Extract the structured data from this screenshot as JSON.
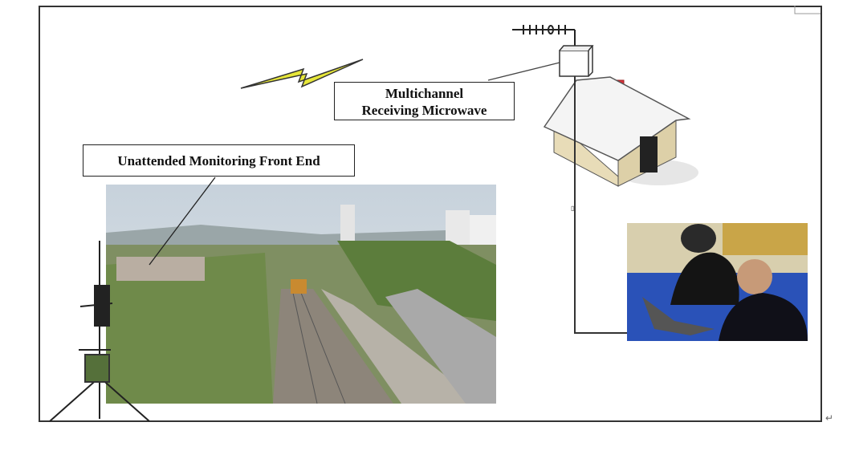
{
  "labels": {
    "receiving_microwave": [
      "Multichannel",
      "Receiving Microwave"
    ],
    "front_end": "Unattended Monitoring Front End"
  },
  "colors": {
    "lightning": "#e6e63a",
    "house_wall": "#e8dcb8",
    "chimney": "#d9303a",
    "frame": "#333333"
  }
}
